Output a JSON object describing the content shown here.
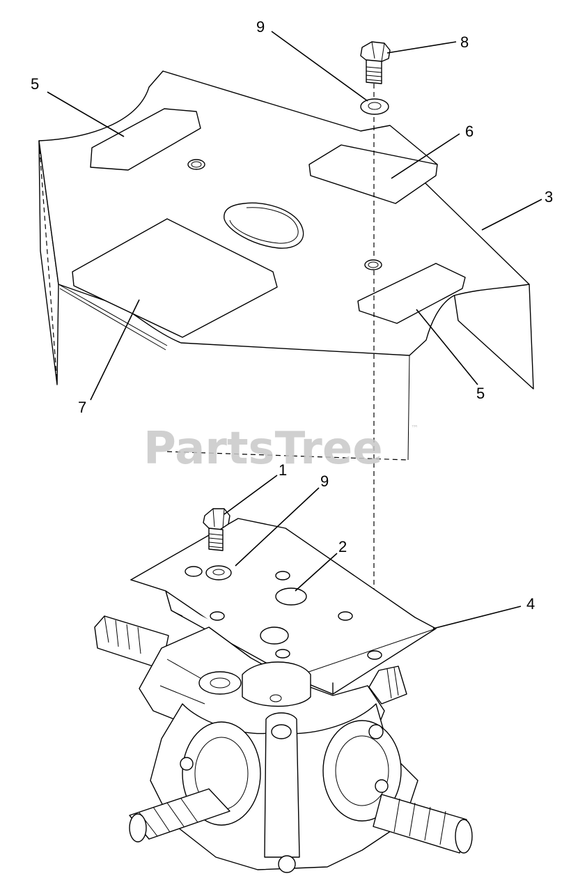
{
  "watermark": {
    "text": "PartsTree",
    "trademark": "™"
  },
  "callouts": [
    {
      "id": "c9-top",
      "label": "9"
    },
    {
      "id": "c8",
      "label": "8"
    },
    {
      "id": "c5-top",
      "label": "5"
    },
    {
      "id": "c6",
      "label": "6"
    },
    {
      "id": "c3",
      "label": "3"
    },
    {
      "id": "c7",
      "label": "7"
    },
    {
      "id": "c5-bottom",
      "label": "5"
    },
    {
      "id": "c1",
      "label": "1"
    },
    {
      "id": "c9-bottom",
      "label": "9"
    },
    {
      "id": "c2",
      "label": "2"
    },
    {
      "id": "c4",
      "label": "4"
    }
  ]
}
